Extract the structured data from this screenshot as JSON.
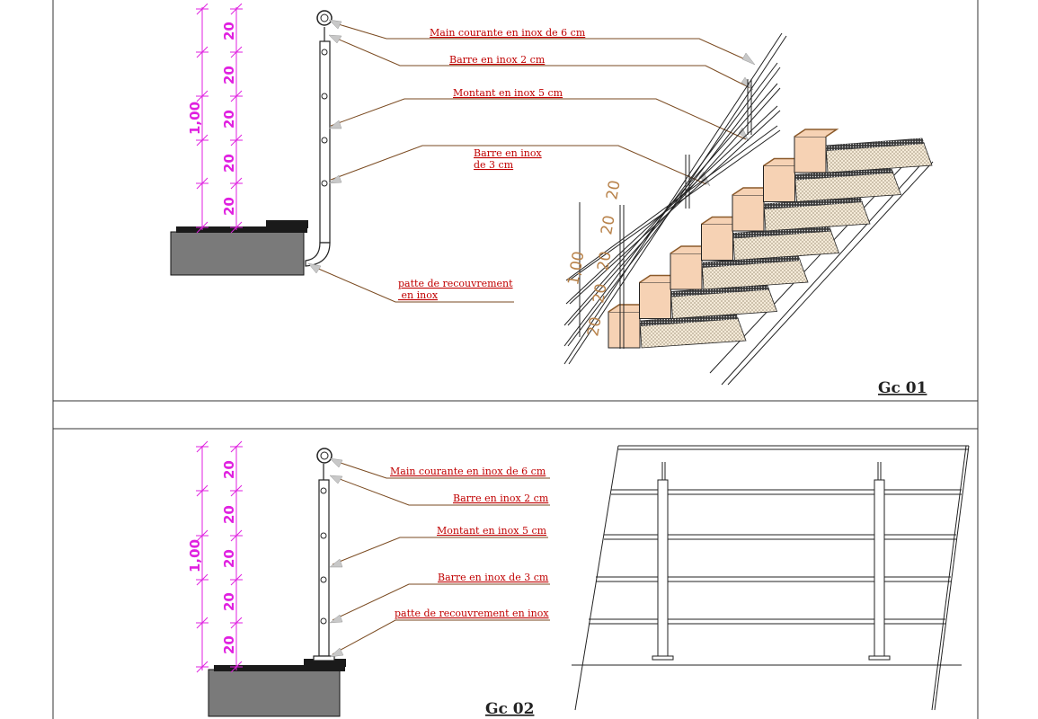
{
  "detail_1": {
    "code": "Gc 01",
    "total_height": "1,00",
    "spacings": [
      "20",
      "20",
      "20",
      "20",
      "20"
    ],
    "labels": {
      "handrail": "Main courante  en inox de 6 cm",
      "bar_2cm": "Barre en inox 2 cm",
      "post": "Montant en inox 5 cm",
      "bar_3cm_line1": "Barre en inox",
      "bar_3cm_line2": "de 3 cm",
      "cover_line1": "patte de recouvrement",
      "cover_line2": " en inox"
    },
    "perspective_total": "1,00",
    "perspective_spacings": [
      "20",
      "20",
      "20",
      "20",
      "20"
    ]
  },
  "detail_2": {
    "code": "Gc 02",
    "total_height": "1,00",
    "spacings": [
      "20",
      "20",
      "20",
      "20",
      "20"
    ],
    "labels": {
      "handrail": "Main courante  en inox de 6 cm",
      "bar_2cm": "Barre en inox 2 cm",
      "post": "Montant en inox 5 cm",
      "bar_3cm": "Barre en inox de 3 cm",
      "cover": "patte de recouvrement en inox"
    }
  },
  "colors": {
    "label": "#c00000",
    "dimension": "#e020e0",
    "leader": "#7a4a20",
    "slab": "#7a7a7a",
    "step_riser": "#f6d2b4",
    "step_tread_line": "#8b5a2b"
  }
}
